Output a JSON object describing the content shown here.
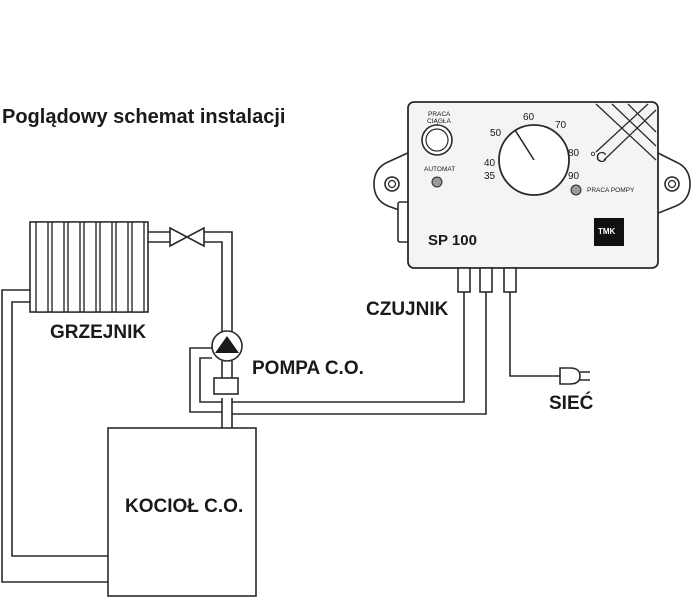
{
  "title": "Poglądowy schemat instalacji",
  "labels": {
    "radiator": "GRZEJNIK",
    "pump": "POMPA C.O.",
    "boiler": "KOCIOŁ C.O.",
    "sensor": "CZUJNIK",
    "mains": "SIEĆ"
  },
  "controller": {
    "model": "SP 100",
    "brand": "TMK",
    "switch_label_line1": "PRACA",
    "switch_label_line2": "CIĄGŁA",
    "auto_label": "AUTOMAT",
    "pump_work_label": "PRACA POMPY",
    "unit": "°C",
    "dial_marks": [
      "35",
      "40",
      "50",
      "60",
      "70",
      "80",
      "90"
    ]
  },
  "colors": {
    "stroke": "#2a2a2a",
    "background": "#ffffff",
    "controller_face": "#f4f4f4",
    "led": "#9a9a9a",
    "brand_box": "#111111"
  }
}
